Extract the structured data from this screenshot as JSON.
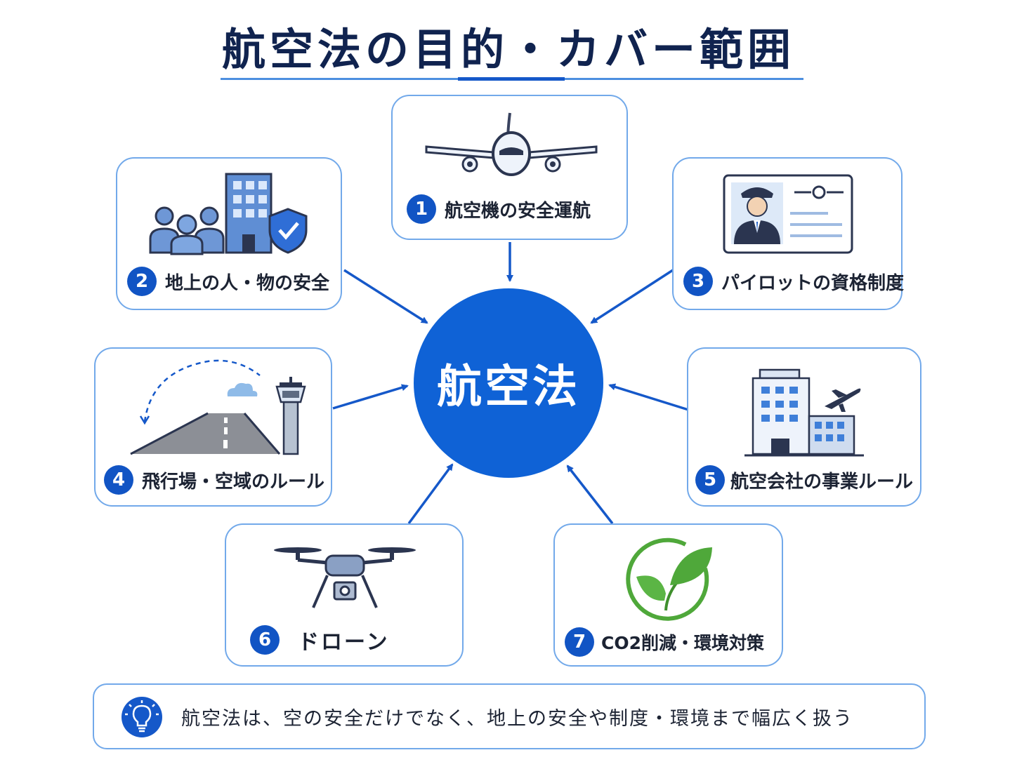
{
  "title": "航空法の目的・カバー範囲",
  "hub": "航空法",
  "items": [
    {
      "number": "1",
      "label": "航空機の安全運航",
      "icon": "airplane-icon"
    },
    {
      "number": "2",
      "label": "地上の人・物の安全",
      "icon": "people-building-shield-icon"
    },
    {
      "number": "3",
      "label": "パイロットの資格制度",
      "icon": "pilot-license-icon"
    },
    {
      "number": "4",
      "label": "飛行場・空域のルール",
      "icon": "runway-tower-icon"
    },
    {
      "number": "5",
      "label": "航空会社の事業ルール",
      "icon": "airline-office-icon"
    },
    {
      "number": "6",
      "label": "ドローン",
      "icon": "drone-icon"
    },
    {
      "number": "7",
      "label": "CO2削減・環境対策",
      "icon": "leaf-icon"
    }
  ],
  "note": "航空法は、空の安全だけでなく、地上の安全や制度・環境まで幅広く扱う",
  "note_icon": "lightbulb-icon",
  "colors": {
    "accent": "#0f62d6",
    "card_border": "#72a9ea",
    "title": "#10234f",
    "leaf": "#4fa83a"
  }
}
